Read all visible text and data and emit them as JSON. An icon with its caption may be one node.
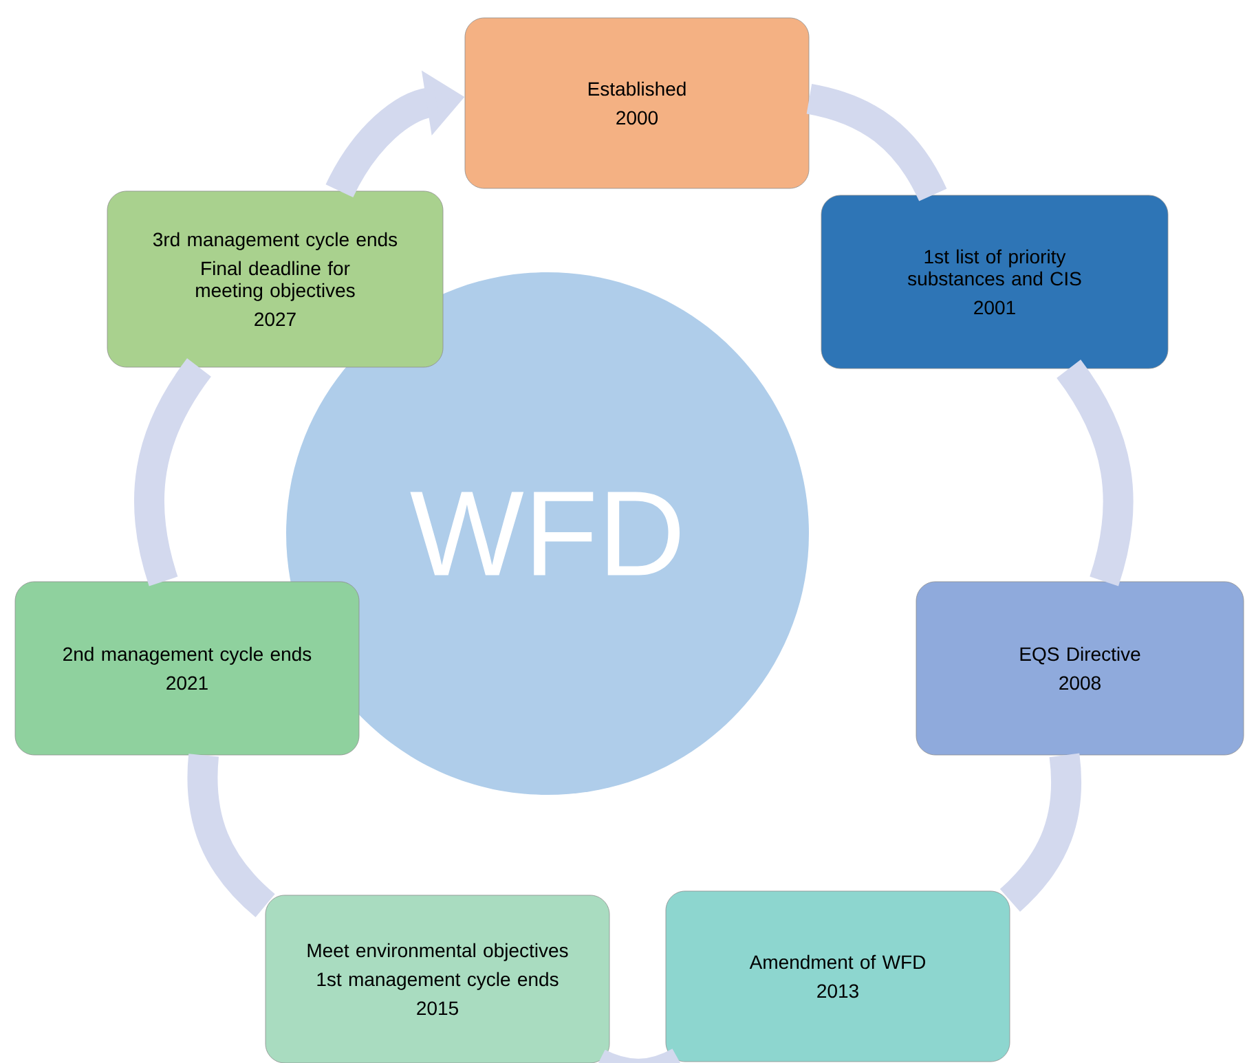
{
  "diagram": {
    "nodes": [
      {
        "text": [
          "Established",
          "2000"
        ]
      },
      {
        "text": [
          "1st list of priority substances and CIS",
          "2001"
        ]
      },
      {
        "text": [
          "EQS Directive",
          "2008"
        ]
      },
      {
        "text": [
          "Amendment of WFD",
          "2013"
        ]
      },
      {
        "text": [
          "Meet environmental objectives",
          "1st management cycle ends",
          "2015"
        ]
      },
      {
        "text": [
          "2nd management cycle ends",
          "2021"
        ]
      },
      {
        "text": [
          "3rd management cycle ends",
          "Final deadline for meeting objectives",
          "2027"
        ]
      },
      {
        "text": [
          "WFD"
        ]
      }
    ],
    "edges": [
      {
        "from": 0,
        "to": 1,
        "arrow": "none"
      },
      {
        "from": 1,
        "to": 2,
        "arrow": "none"
      },
      {
        "from": 2,
        "to": 3,
        "arrow": "none"
      },
      {
        "from": 3,
        "to": 4,
        "arrow": "none"
      },
      {
        "from": 4,
        "to": 5,
        "arrow": "none"
      },
      {
        "from": 5,
        "to": 6,
        "arrow": "none"
      },
      {
        "from": 6,
        "to": 0,
        "arrow": "to"
      }
    ]
  }
}
